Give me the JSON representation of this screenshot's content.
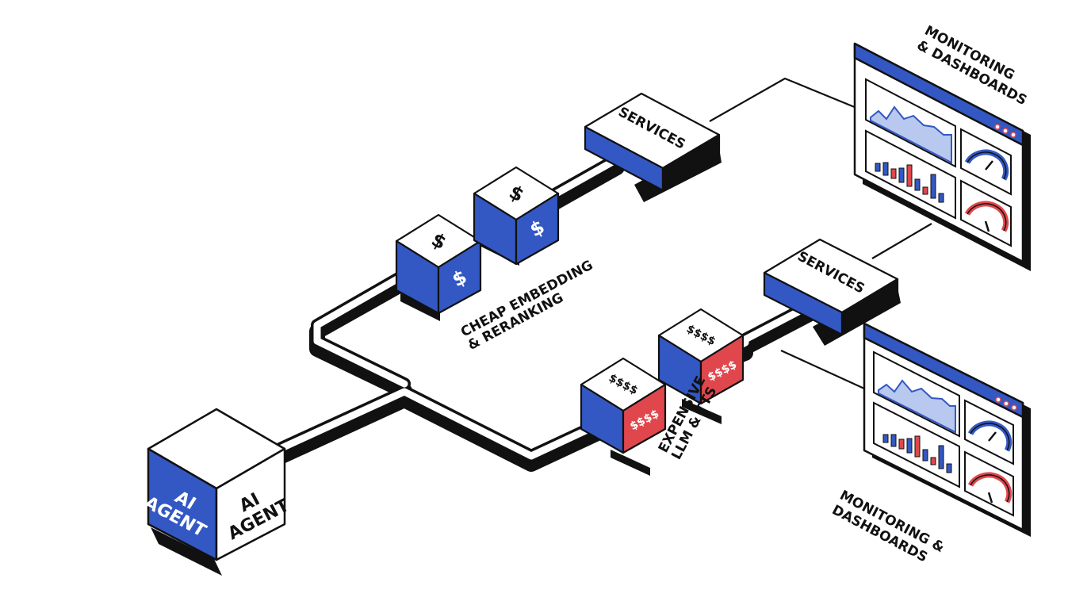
{
  "colors": {
    "blue": "#3358C4",
    "red": "#E0474C",
    "ink": "#111111",
    "paper": "#ffffff",
    "chart_fill": "#B9C8EE"
  },
  "agent": {
    "front_label": "AI\nAGENT",
    "side_label": "AI\nAGENT"
  },
  "top_path": {
    "cube_1": {
      "top_symbol": "$",
      "side_symbol": "$"
    },
    "cube_2": {
      "top_symbol": "$",
      "side_symbol": "$"
    },
    "label": "CHEAP EMBEDDING\n& RERANKING",
    "services_label": "SERVICES"
  },
  "bottom_path": {
    "cube_1": {
      "top_symbol": "$$$$",
      "side_symbol": "$$$$"
    },
    "cube_2": {
      "top_symbol": "$$$$",
      "side_symbol": "$$$$"
    },
    "label": "EXPENSIVE\nLLM & TTS",
    "services_label": "SERVICES"
  },
  "dashboards": [
    {
      "label": "MONITORING\n& DASHBOARDS"
    },
    {
      "label": "MONITORING &\nDASHBOARDS"
    }
  ]
}
